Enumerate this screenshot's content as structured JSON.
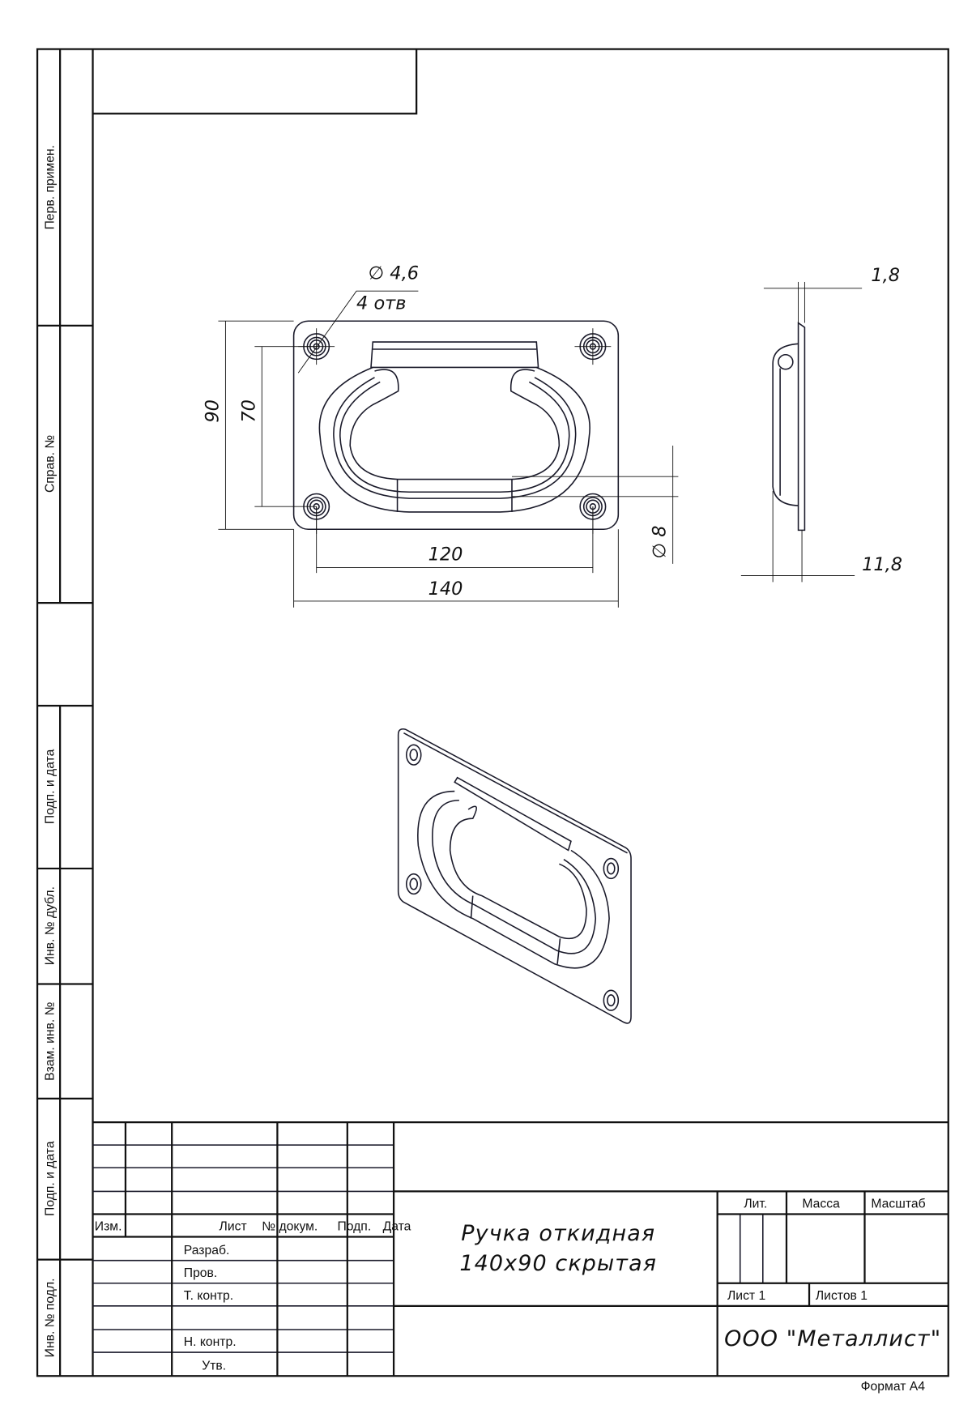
{
  "side_stamps": [
    "Перв. примен.",
    "Справ. №",
    "Подп. и дата",
    "Инв. № дубл.",
    "Взам. инв. №",
    "Подп. и дата",
    "Инв. № подл."
  ],
  "dimensions": {
    "hole_diameter": "∅ 4,6",
    "hole_count": "4 отв",
    "height_total": "90",
    "height_holes": "70",
    "width_holes": "120",
    "width_total": "140",
    "handle_diameter": "∅ 8",
    "thickness": "1,8",
    "depth": "11,8"
  },
  "title_block": {
    "col_headers": {
      "izm": "Изм.",
      "list": "Лист",
      "doc": "№ докум.",
      "sign": "Подп.",
      "date": "Дата"
    },
    "roles": [
      "Разраб.",
      "Пров.",
      "Т. контр.",
      "Н. контр.",
      "Утв."
    ],
    "title_line1": "Ручка откидная",
    "title_line2": "140х90 скрытая",
    "lit": "Лит.",
    "mass": "Масса",
    "scale": "Масштаб",
    "sheet": "Лист 1",
    "sheets": "Листов 1",
    "company": "ООО \"Металлист\"",
    "format": "Формат А4"
  }
}
